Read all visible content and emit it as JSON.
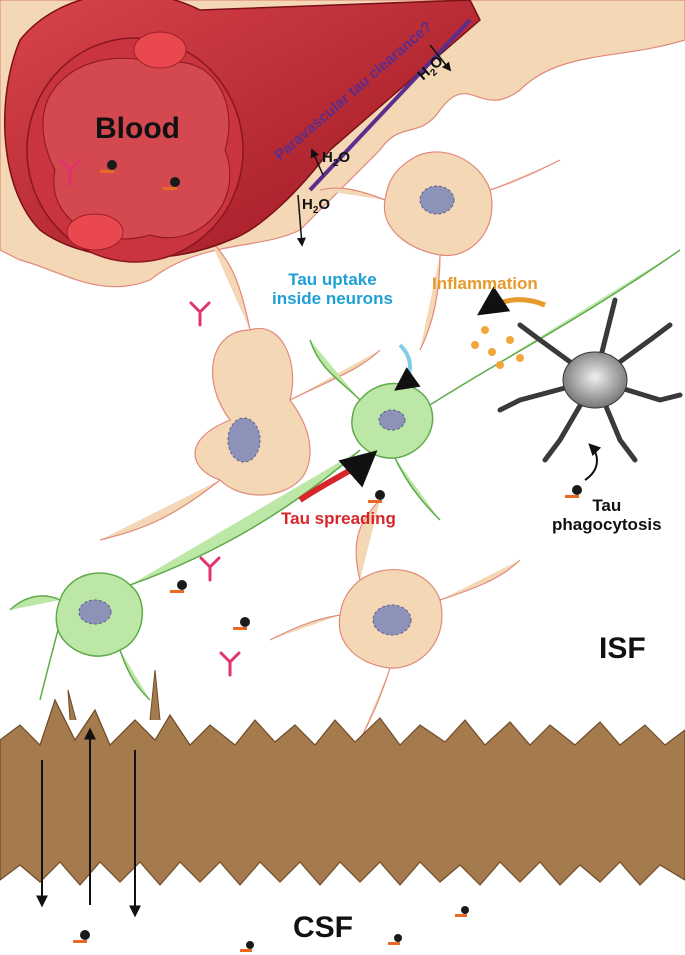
{
  "labels": {
    "blood": "Blood",
    "paravascular": "Paravascular tau clearance?",
    "h2o_prefix": "H",
    "h2o_sub": "2",
    "h2o_suffix": "O",
    "tau_uptake_line1": "Tau uptake",
    "tau_uptake_line2": "inside neurons",
    "inflammation": "Inflammation",
    "tau_spreading": "Tau spreading",
    "tau_phagocytosis_line1": "Tau",
    "tau_phagocytosis_line2": "phagocytosis",
    "isf": "ISF",
    "csf": "CSF"
  },
  "colors": {
    "blood_vessel": "#b41f2a",
    "red_blood_cell": "#d83a3a",
    "astrocyte": "#f4d7b5",
    "astrocyte_nucleus": "#8d93b8",
    "neuron": "#bde7a6",
    "neuron_outline": "#5faa4a",
    "microglia": "#3a3a3a",
    "ependymal_cell": "#a57a4c",
    "antibody": "#e0336c",
    "tau_aggregate": "#1a1a1a",
    "tau_tail": "#e86a23",
    "paravascular_text": "#5b2d8c",
    "uptake_text": "#1ea0d6",
    "inflammation_text": "#e79a2c",
    "spreading_text": "#d7262b"
  },
  "icons": [
    "tau-oligomer-icon",
    "antibody-icon",
    "water-arrow-icon",
    "cytokine-dots-icon"
  ]
}
